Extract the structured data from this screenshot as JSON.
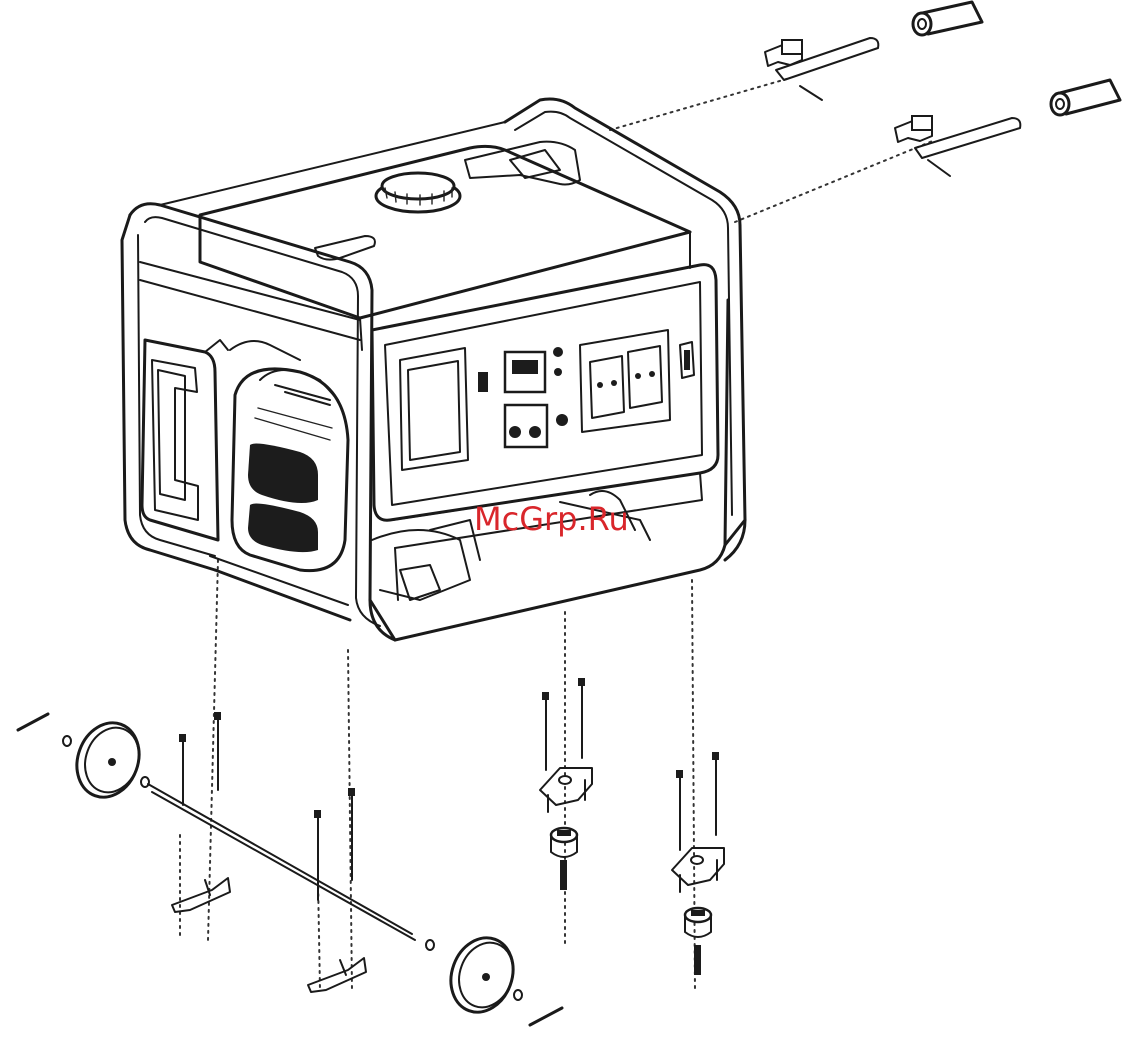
{
  "watermark": {
    "text": "McGrp.Ru",
    "color": "#d9262b"
  },
  "diagram": {
    "kind": "exploded-assembly",
    "line_color": "#1a1a1a",
    "background": "#ffffff",
    "parts": [
      "generator-frame",
      "fuel-tank-cap",
      "control-panel",
      "outlet-sockets",
      "handle-grips",
      "handle-brackets",
      "wheels",
      "wheel-axle",
      "axle-pins",
      "mounting-brackets",
      "rubber-feet",
      "bolts"
    ]
  }
}
